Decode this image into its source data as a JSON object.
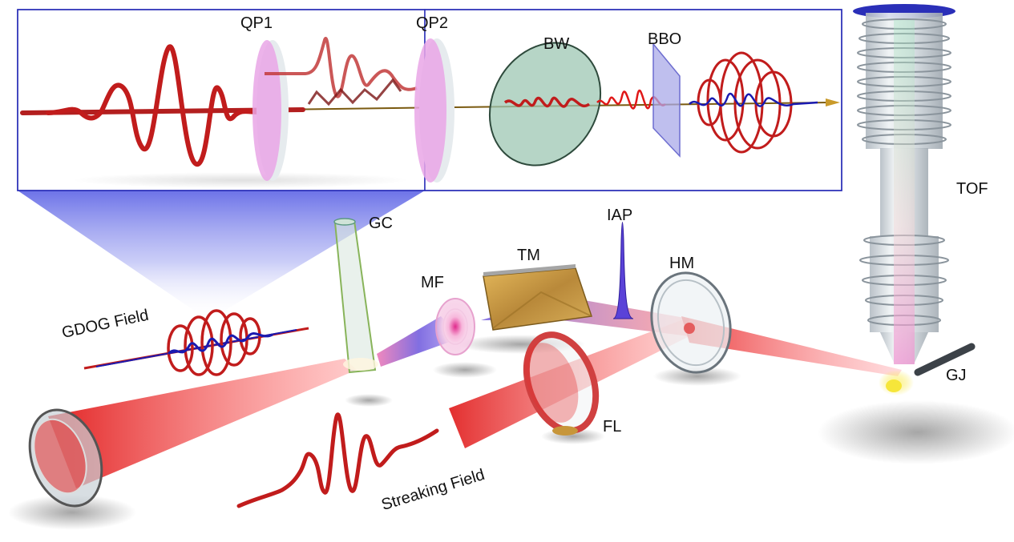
{
  "labels": {
    "qp1": "QP1",
    "qp2": "QP2",
    "bw": "BW",
    "bbo": "BBO",
    "tof": "TOF",
    "gc": "GC",
    "iap": "IAP",
    "tm": "TM",
    "mf": "MF",
    "hm": "HM",
    "gdog": "GDOG Field",
    "gj": "GJ",
    "fl": "FL",
    "streaking": "Streaking Field"
  },
  "colors": {
    "inset_border": "#2a2fb8",
    "beam_red": "#e01818",
    "pulse_red": "#c11c1c",
    "pulse_blue": "#1a1ab0",
    "quartz_plate": "#e9a6e6",
    "brewster_window": "#9ec7b3",
    "bbo_crystal": "#a9a9e8",
    "toroidal_mirror": "#d3a645",
    "xuv_violet": "#5a42d8",
    "gas_jet_glow": "#f6e63a",
    "tof_glass": "#c5cdd4",
    "projection_cone": "#6d73e6"
  }
}
